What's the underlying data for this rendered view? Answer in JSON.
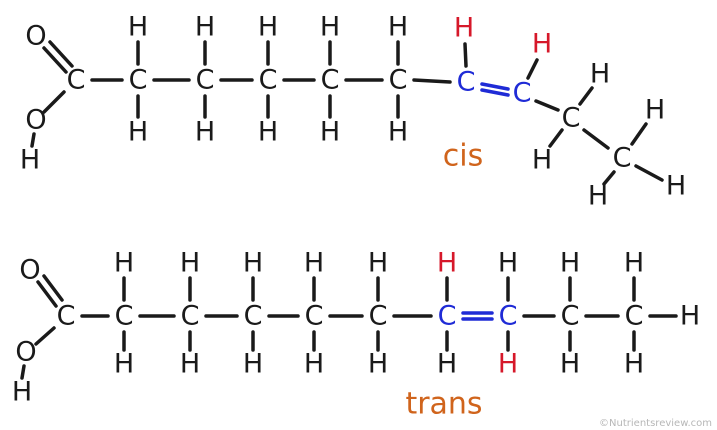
{
  "labels": {
    "cis": "cis",
    "trans": "trans"
  },
  "label_color": "#d0641c",
  "watermark": "©Nutrientsreview.com",
  "colors": {
    "normal": "#1a1a1a",
    "double_bond_carbon": "#1f2bd6",
    "double_bond_hydrogen": "#d6182a"
  },
  "symbols": {
    "carbon": "C",
    "hydrogen": "H",
    "oxygen": "O"
  },
  "molecules": [
    {
      "name": "cis",
      "carbons": 10,
      "double_bond_between": [
        7,
        8
      ],
      "geometry": "cis"
    },
    {
      "name": "trans",
      "carbons": 10,
      "double_bond_between": [
        7,
        8
      ],
      "geometry": "trans"
    }
  ]
}
